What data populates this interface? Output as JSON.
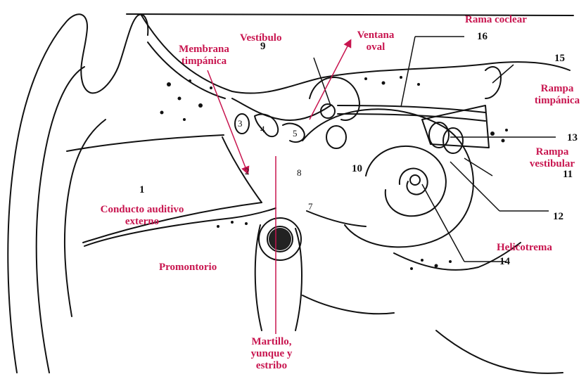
{
  "labels": {
    "rama_coclear": "Rama coclear",
    "vestibulo": "Vestíbulo",
    "ventana_oval_1": "Ventana",
    "ventana_oval_2": "oval",
    "membrana_1": "Membrana",
    "membrana_2": "timpánica",
    "rampa_timpanica_1": "Rampa",
    "rampa_timpanica_2": "timpánica",
    "rampa_vestibular_1": "Rampa",
    "rampa_vestibular_2": "vestibular",
    "conducto_1": "Conducto auditivo",
    "conducto_2": "externo",
    "promontorio": "Promontorio",
    "helicotrema": "Helicotrema",
    "martillo_1": "Martillo,",
    "martillo_2": "yunque y",
    "martillo_3": "estribo"
  },
  "numbers": {
    "n1": "1",
    "n2": "2",
    "n3": "3",
    "n4": "4",
    "n5": "5",
    "n7": "7",
    "n8": "8",
    "n9": "9",
    "n10": "10",
    "n11": "11",
    "n12": "12",
    "n13": "13",
    "n14": "14",
    "n15": "15",
    "n16": "16"
  },
  "colors": {
    "label_red": "#c8154f",
    "line_black": "#111111"
  }
}
